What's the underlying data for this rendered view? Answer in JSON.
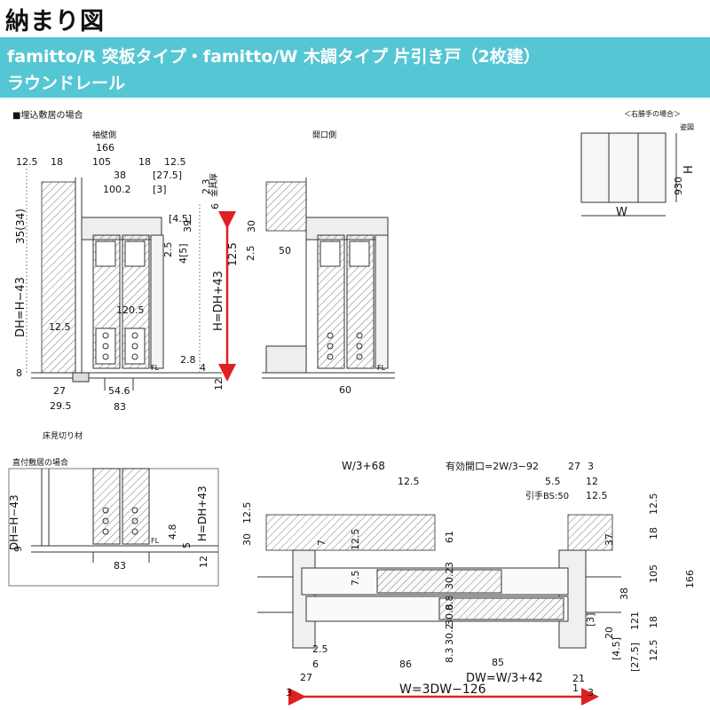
{
  "page": {
    "title": "納まり図",
    "banner_line1": "famitto/R 突板タイプ・famitto/W 木調タイプ 片引き戸（2枚建）",
    "banner_line2": "ラウンドレール"
  },
  "colors": {
    "banner": "#55c6d4",
    "arrow": "#e02020",
    "line": "#333333"
  },
  "labels": {
    "section_embedded": "■埋込敷居の場合",
    "sode_side": "袖壁側",
    "opening_side": "開口側",
    "right_hand_case": "＜右勝手の場合＞",
    "elevation": "姿図",
    "section_surface": "直付敷居の場合",
    "floor_trim": "床見切り材",
    "fl": "FL"
  },
  "dims_top_left": {
    "d166": "166",
    "d12_5a": "12.5",
    "d18a": "18",
    "d105": "105",
    "d18b": "18",
    "d12_5b": "12.5",
    "d38": "38",
    "d27_5": "[27.5]",
    "d100_2": "100.2",
    "d3": "[3]",
    "d2_3": "2.3",
    "hardware_thickness": "金具厚",
    "d6": "6",
    "d4_5": "[4.5]",
    "d39": "39",
    "d2_5": "2.5",
    "d4_5b": "4[5]",
    "d35_34": "35(34)",
    "dh": "DH=H−43",
    "h": "H=DH+43",
    "d120_5": "120.5",
    "d12_5c": "12.5",
    "d2_8": "2.8",
    "d4": "4",
    "d8": "8",
    "d12": "12",
    "d27": "27",
    "d29_5": "29.5",
    "d54_6": "54.6",
    "d83": "83"
  },
  "dims_top_right": {
    "d30": "30",
    "d12_5": "12.5",
    "d2_5": "2.5",
    "d50": "50",
    "d60": "60"
  },
  "elevation": {
    "h": "H",
    "w": "W",
    "d930": "930"
  },
  "dims_bottom_left": {
    "dh": "DH=H−43",
    "h": "H=DH+43",
    "d9": "9",
    "d4_8": "4.8",
    "d5": "5",
    "d83": "83",
    "d12": "12"
  },
  "dims_plan": {
    "w3_68": "W/3+68",
    "effective_opening": "有効開口=2W/3−92",
    "d27": "27",
    "d3": "3",
    "d5_5": "5.5",
    "d12": "12",
    "d12_5a": "12.5",
    "d12_5b": "12.5",
    "pull_bs": "引手BS:50",
    "d12_5_left": "12.5",
    "d30": "30",
    "d7": "7",
    "d12_5_mid": "12.5",
    "d61": "61",
    "d18a": "18",
    "d37": "37",
    "d105": "105",
    "d166": "166",
    "d7_5": "7.5",
    "d3_r": "3",
    "d0_8": "0.8",
    "d30_2a": "30.2",
    "d38": "38",
    "d121": "121",
    "d30_8": "30.8",
    "d30_2b": "30.2",
    "d18b": "18",
    "d3b": "[3]",
    "d20": "20",
    "d8_3": "8.3",
    "d4_5": "[4.5]",
    "d27_5": "[27.5]",
    "d12_5c": "12.5",
    "d2_5": "2.5",
    "d6": "6",
    "d86": "86",
    "d85": "85",
    "dw": "DW=W/3+42",
    "d27b": "27",
    "d21": "21",
    "d1": "1",
    "w": "W=3DW−126",
    "d3l": "3",
    "d3r": "3"
  }
}
